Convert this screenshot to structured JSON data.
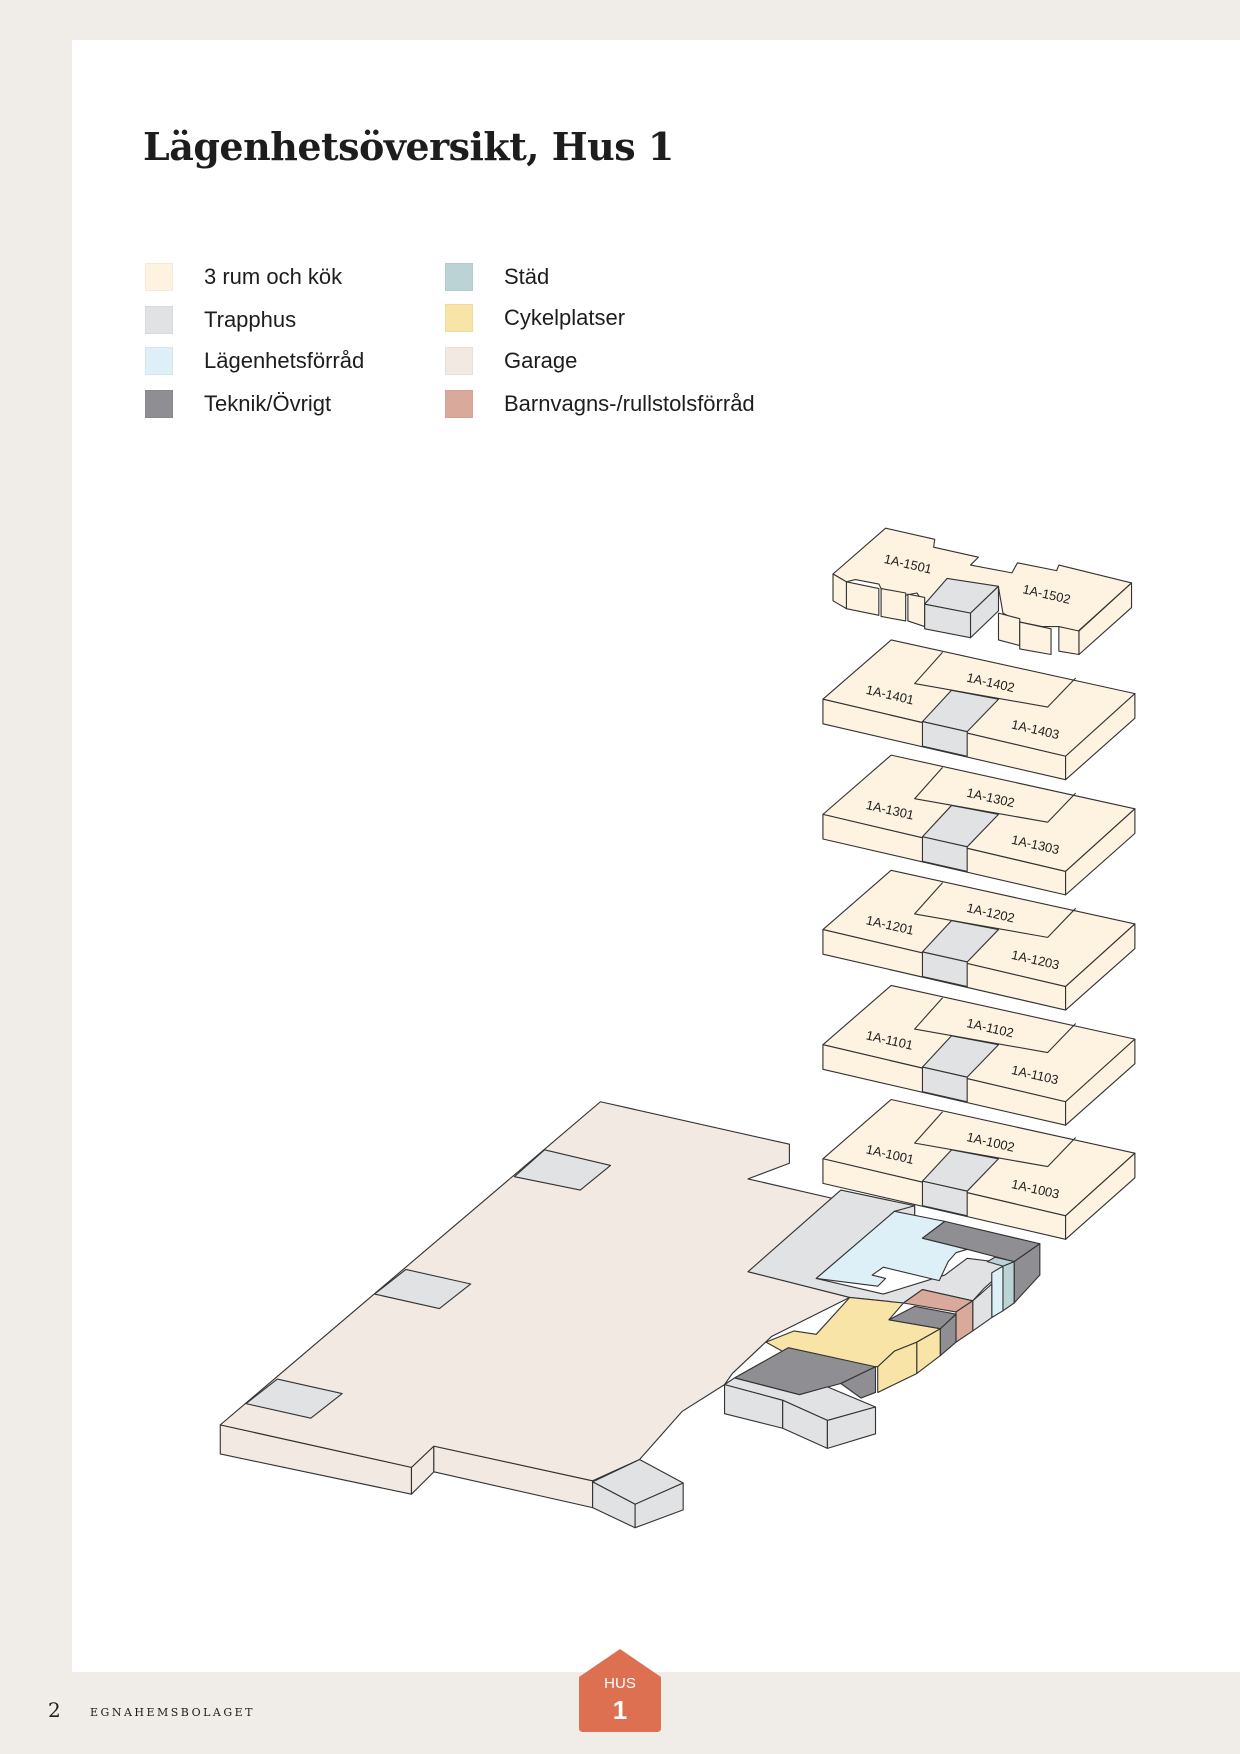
{
  "title": "Lägenhetsöversikt, Hus 1",
  "legend": [
    {
      "label": "3 rum och kök",
      "color": "#fdf3e0"
    },
    {
      "label": "Trapphus",
      "color": "#e1e2e4"
    },
    {
      "label": "Lägenhetsförråd",
      "color": "#ddf0f8"
    },
    {
      "label": "Teknik/Övrigt",
      "color": "#8e8e93"
    },
    {
      "label": "Städ",
      "color": "#bcd3d6"
    },
    {
      "label": "Cykelplatser",
      "color": "#f7e4a6"
    },
    {
      "label": "Garage",
      "color": "#f2e9e2"
    },
    {
      "label": "Barnvagns-/rullstolsförråd",
      "color": "#d9aa9b"
    }
  ],
  "top_floor": {
    "units": [
      "1A-1501",
      "1A-1502"
    ]
  },
  "floors": [
    {
      "units": [
        "1A-1401",
        "1A-1402",
        "1A-1403"
      ]
    },
    {
      "units": [
        "1A-1301",
        "1A-1302",
        "1A-1303"
      ]
    },
    {
      "units": [
        "1A-1201",
        "1A-1202",
        "1A-1203"
      ]
    },
    {
      "units": [
        "1A-1101",
        "1A-1102",
        "1A-1103"
      ]
    },
    {
      "units": [
        "1A-1001",
        "1A-1002",
        "1A-1003"
      ]
    }
  ],
  "footer": {
    "page_number": "2",
    "brand": "EGNAHEMSBOLAGET"
  },
  "badge": {
    "label": "HUS",
    "number": "1",
    "color": "#dd7050"
  }
}
